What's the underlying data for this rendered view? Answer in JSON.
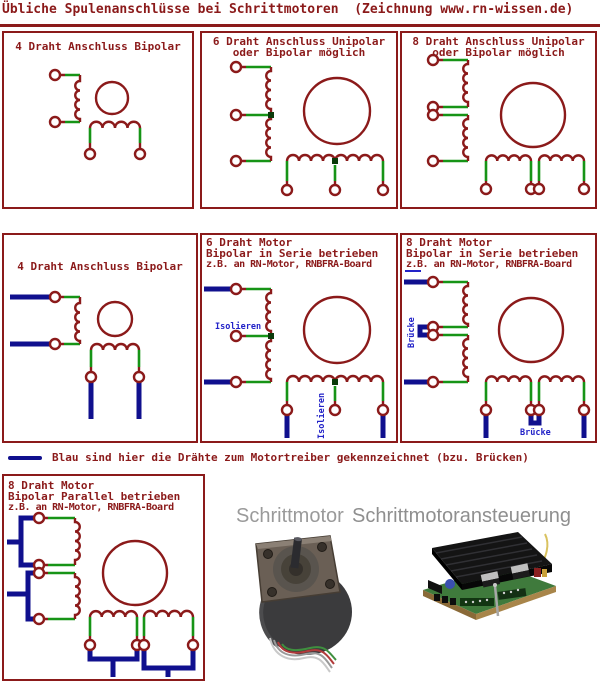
{
  "header": {
    "title": "Übliche Spulenanschlüsse bei Schrittmotoren  (Zeichnung www.rn-wissen.de)"
  },
  "panels": {
    "four_wire": {
      "title": "4 Draht Anschluss Bipolar"
    },
    "six_wire": {
      "title_line1": "6 Draht Anschluss Unipolar",
      "title_line2": "oder Bipolar möglich"
    },
    "eight_wire": {
      "title_line1": "8 Draht Anschluss Unipolar",
      "title_line2": "oder Bipolar möglich"
    },
    "four_wire_driver": {
      "title": "4 Draht Anschluss Bipolar"
    },
    "six_wire_serial": {
      "title_line1": "6 Draht Motor",
      "title_line2": "Bipolar in Serie betrieben",
      "title_line3": "z.B. an RN-Motor, RNBFRA-Board",
      "isolate_label_left": "Isolieren",
      "isolate_label_bottom": "Isolieren"
    },
    "eight_wire_serial": {
      "title_line1": "8 Draht Motor",
      "title_line2": "Bipolar in Serie betrieben",
      "title_line3": "z.B. an RN-Motor, RNBFRA-Board",
      "bridge_label_left": "Brücke",
      "bridge_label_bottom": "Brücke"
    },
    "eight_wire_parallel": {
      "title_line1": "8 Draht Motor",
      "title_line2": "Bipolar Parallel betrieben",
      "title_line3": "z.B. an RN-Motor, RNBFRA-Board"
    }
  },
  "legend": {
    "text": "Blau sind hier die Drähte zum Motortreiber gekennzeichnet (bzu. Brücken)"
  },
  "photos": {
    "motor_label": "Schrittmotor",
    "controller_label": "Schrittmotoransteuerung"
  },
  "colors": {
    "diagram_red": "#8b1a1a",
    "wire_green": "#169416",
    "wire_blue": "#10108e",
    "label_blue": "#2323c8",
    "photo_label_gray": "#9a9a9a"
  }
}
